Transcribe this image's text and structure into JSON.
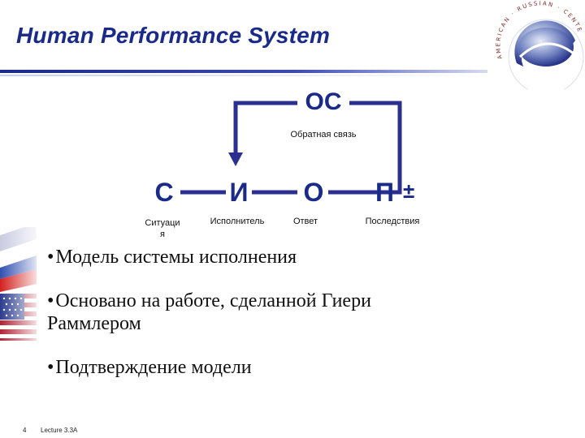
{
  "slide": {
    "title": "Human Performance System",
    "page_number": "4",
    "lecture": "Lecture 3.3A"
  },
  "diagram": {
    "feedback_box": "ОС",
    "feedback_label": "Обратная связь",
    "boxes": [
      {
        "letter": "С",
        "label_line1": "Ситуаци",
        "label_line2": "я"
      },
      {
        "letter": "И",
        "label_line1": "Исполнитель"
      },
      {
        "letter": "О",
        "label_line1": "Ответ"
      },
      {
        "letter": "П",
        "sign": "±",
        "label_line1": "Последствия"
      }
    ],
    "color": "#2b2f8f"
  },
  "bullets": [
    {
      "text": "Модель системы исполнения"
    },
    {
      "text": "Основано на работе, сделанной Гиери Раммлером"
    },
    {
      "text": "Подтверждение модели"
    }
  ],
  "seal": {
    "text": "AMERICAN · RUSSIAN · CENTER"
  }
}
